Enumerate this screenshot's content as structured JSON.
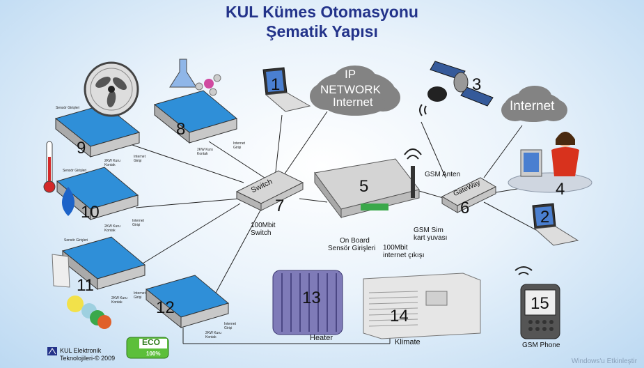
{
  "title": {
    "line1": "KUL Kümes Otomasyonu",
    "line2": "Şematik Yapısı"
  },
  "cloud_ip": {
    "line1": "IP",
    "line2": "NETWORK",
    "line3": "Internet"
  },
  "cloud_internet": "Internet",
  "switch": {
    "label": "Switch",
    "caption_line1": "100Mbit",
    "caption_line2": "Switch"
  },
  "gateway": "GateWay",
  "controller": {
    "gsm_anten": "GSM Anten",
    "gsm_sim_line1": "GSM Sim",
    "gsm_sim_line2": "kart yuvası",
    "onboard_line1": "On Board",
    "onboard_line2": "Sensör Girişleri",
    "net_out_line1": "100Mbit",
    "net_out_line2": "internet çıkışı"
  },
  "panel_small": {
    "contact_line1": "2KW Kuru",
    "contact_line2": "Kontak",
    "internet_line1": "Internet",
    "internet_line2": "Girişi",
    "sensor": "Sensör Girişleri"
  },
  "numbers": {
    "n1": "1",
    "n2": "2",
    "n3": "3",
    "n4": "4",
    "n5": "5",
    "n6": "6",
    "n7": "7",
    "n8": "8",
    "n9": "9",
    "n10": "10",
    "n11": "11",
    "n12": "12",
    "n13": "13",
    "n14": "14",
    "n15": "15"
  },
  "heater": "Heater",
  "klimate": "Klimate",
  "gsm_phone": "GSM Phone",
  "eco": {
    "big": "ECO",
    "small": "100%"
  },
  "footer": {
    "line1": "KUL Elektronik",
    "line2": "Teknolojileri-© 2009"
  },
  "watermark": "Windows'u Etkinleştir",
  "colors": {
    "title": "#23338a",
    "panel_screen": "#2f8fd8",
    "cloud": "#7a7a7a"
  }
}
